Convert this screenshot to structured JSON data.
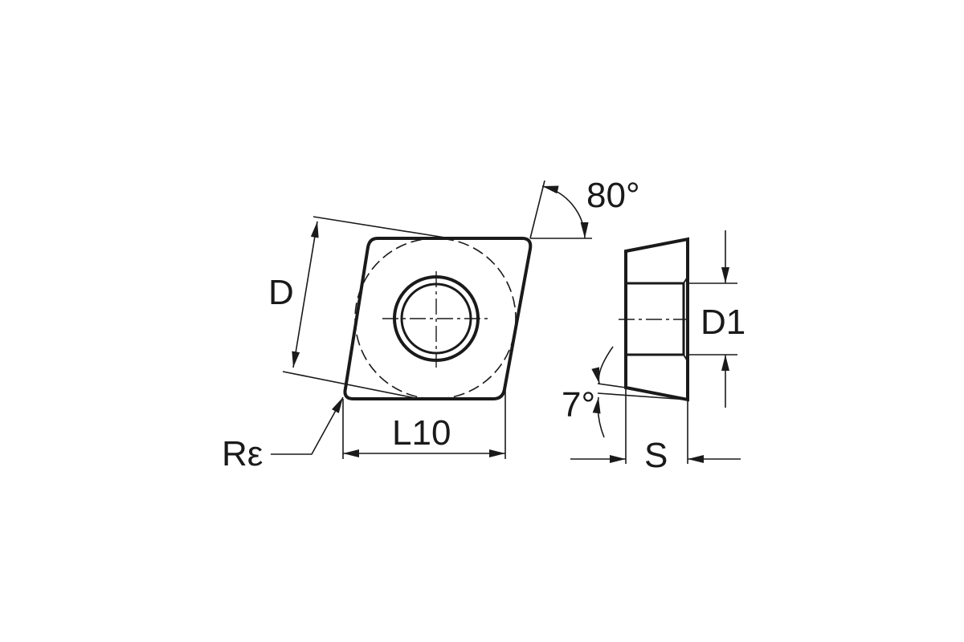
{
  "labels": {
    "angle_top": "80°",
    "diameter": "D",
    "length": "L10",
    "corner_radius": "Rε",
    "hole_diameter": "D1",
    "clearance_angle": "7°",
    "thickness": "S"
  },
  "colors": {
    "line": "#1a1a1a",
    "background": "#ffffff"
  }
}
